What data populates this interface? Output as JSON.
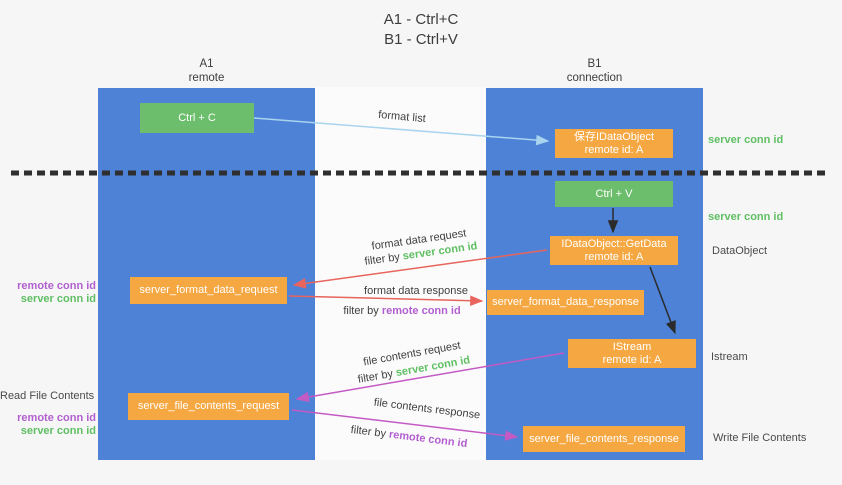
{
  "title": {
    "line1": "A1 - Ctrl+C",
    "line2": "B1 - Ctrl+V"
  },
  "columns": {
    "a": {
      "name": "A1",
      "subtitle": "remote"
    },
    "b": {
      "name": "B1",
      "subtitle": "connection"
    }
  },
  "nodes": {
    "ctrl_c": {
      "label": "Ctrl + C"
    },
    "ctrl_v": {
      "label": "Ctrl + V"
    },
    "save_idataobject": {
      "line1": "保存IDataObject",
      "line2": "remote id: A"
    },
    "getdata": {
      "line1": "IDataObject::GetData",
      "line2": "remote id: A"
    },
    "istream": {
      "line1": "IStream",
      "line2": "remote id: A"
    },
    "format_request": {
      "label": "server_format_data_request"
    },
    "format_response": {
      "label": "server_format_data_response"
    },
    "file_request": {
      "label": "server_file_contents_request"
    },
    "file_response": {
      "label": "server_file_contents_response"
    }
  },
  "arrow_labels": {
    "format_list": "format list",
    "format_data_request": "format data request",
    "format_data_response": "format data response",
    "file_contents_request": "file contents request",
    "file_contents_response": "file contents response",
    "filter_by": "filter by ",
    "server_conn_id": "server conn id",
    "remote_conn_id": "remote conn id"
  },
  "right_labels": {
    "server_conn_id_1": "server conn id",
    "server_conn_id_2": "server conn id",
    "dataobject": "DataObject",
    "istream": "Istream",
    "write_file_contents": "Write File Contents"
  },
  "left_labels": {
    "remote_conn_id_1": "remote conn id",
    "server_conn_id_1": "server conn id",
    "read_file_contents": "Read File Contents",
    "remote_conn_id_2": "remote conn id",
    "server_conn_id_2": "server conn id"
  },
  "colors": {
    "lane_blue": "#4d82d7",
    "node_green": "#6cbe6c",
    "node_orange": "#f5a742",
    "green_id_text": "#5fbf63",
    "purple_id_text": "#b25fd0",
    "arrow_lightblue": "#a9d4ee",
    "arrow_red": "#e8645c",
    "arrow_magenta": "#c45ac4",
    "arrow_black": "#2b2b2b",
    "dashed_line": "#2f2f2f",
    "background": "#f6f6f6"
  }
}
